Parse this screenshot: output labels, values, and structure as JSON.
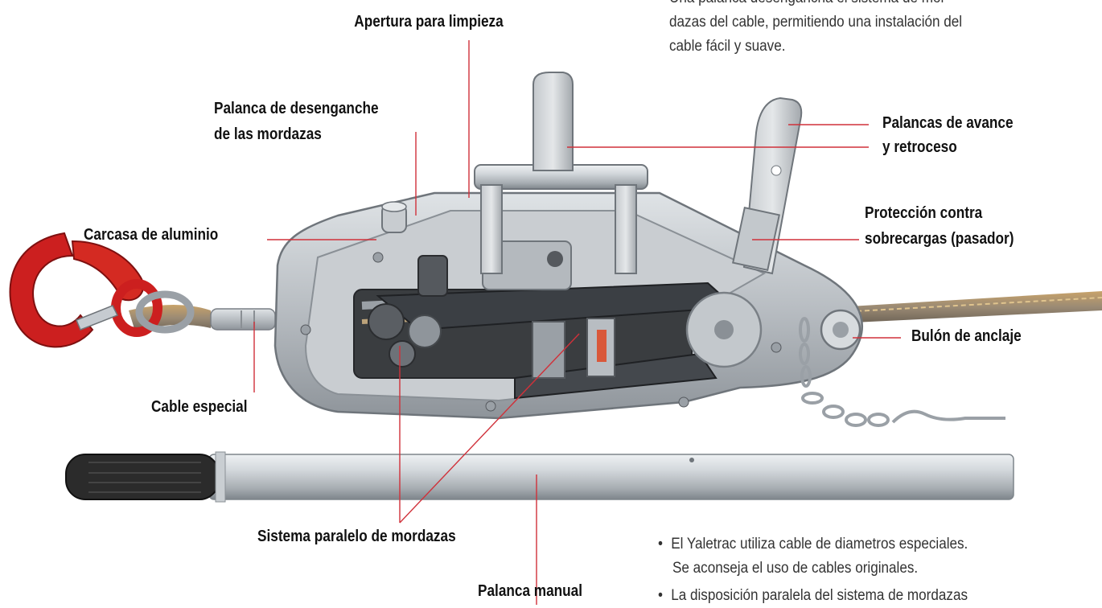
{
  "labels": {
    "apertura": "Apertura para limpieza",
    "desenganche_1": "Palanca de desenganche",
    "desenganche_2": "de las mordazas",
    "carcasa": "Carcasa de aluminio",
    "palancas_1": "Palancas de avance",
    "palancas_2": "y retroceso",
    "proteccion_1": "Protección contra",
    "proteccion_2": "sobrecargas (pasador)",
    "bulon": "Bulón de anclaje",
    "cable": "Cable especial",
    "sistema": "Sistema paralelo de mordazas",
    "palanca_manual": "Palanca manual"
  },
  "top_text": {
    "line1": "Una palanca desengancha el sistema de mor-",
    "line2": "dazas del cable, permitiendo una instalación del",
    "line3": "cable fácil y suave."
  },
  "bullets": [
    {
      "line1": "El Yaletrac utiliza cable de diametros especiales.",
      "line2": "Se aconseja el uso de cables originales."
    },
    {
      "line1": "La disposición paralela del sistema de mordazas"
    }
  ],
  "colors": {
    "leader_line": "#d0313a",
    "hook": "#cc1f1f",
    "text": "#111111"
  }
}
